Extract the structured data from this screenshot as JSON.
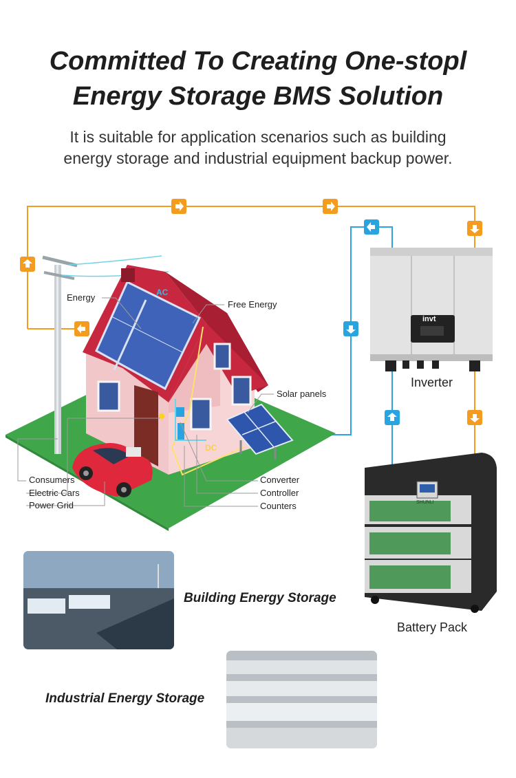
{
  "header": {
    "title_line1": "Committed To Creating One-stopl",
    "title_line2": "Energy Storage BMS Solution",
    "subtitle_line1": "It is suitable for application scenarios such as building",
    "subtitle_line2": "energy storage and industrial equipment backup power."
  },
  "diagram": {
    "labels": {
      "energy": "Energy",
      "free_energy": "Free Energy",
      "solar_panels": "Solar panels",
      "ac": "AC",
      "dc": "DC",
      "consumers": "Consumers",
      "electric_cars": "Electric Cars",
      "power_grid": "Power Grid",
      "converter": "Converter",
      "controller": "Controller",
      "counters": "Counters",
      "inverter": "Inverter",
      "battery_pack": "Battery Pack",
      "inverter_brand": "invt",
      "battery_brand": "SHUNLI"
    },
    "colors": {
      "orange_line": "#f39c1f",
      "blue_line": "#2aa4de",
      "grass": "#3fa64a",
      "roof": "#c8283f",
      "wall": "#f2c7c9"
    }
  },
  "cases": {
    "building": "Building Energy Storage",
    "industrial": "Industrial Energy Storage"
  }
}
